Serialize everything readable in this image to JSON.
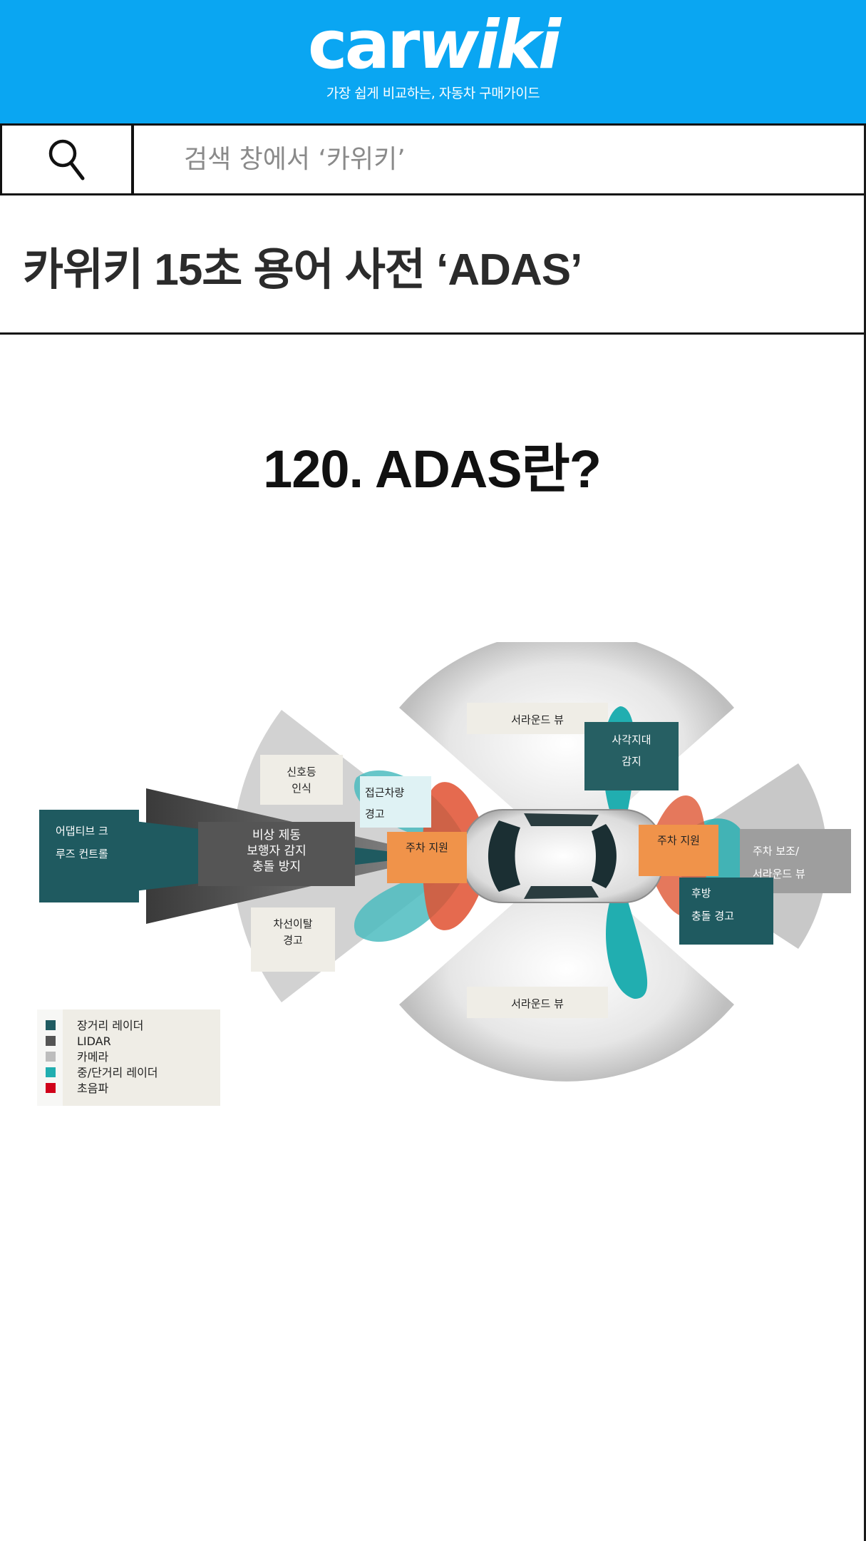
{
  "header": {
    "logo": {
      "part1": "car",
      "part2": "wiki"
    },
    "tagline": "가장 쉽게 비교하는, 자동차 구매가이드"
  },
  "search": {
    "placeholder": "검색 창에서 ‘카위키’"
  },
  "article": {
    "title": "카위키 15초 용어 사전 ‘ADAS’"
  },
  "figure": {
    "title": "120. ADAS란?",
    "labels": {
      "acc_line1": "어댑티브 크",
      "acc_line2": "루즈 컨트롤",
      "aeb_line1": "비상 제동",
      "aeb_line2": "보행자 감지",
      "aeb_line3": "충돌 방지",
      "sign_line1": "신호등",
      "sign_line2": "인식",
      "approach_line1": "접근차량",
      "approach_line2": "경고",
      "park_front": "주차 지원",
      "park_rear": "주차 지원",
      "surround_top": "서라운드 뷰",
      "surround_bottom": "서라운드 뷰",
      "blind_line1": "사각지대",
      "blind_line2": "감지",
      "rear_view_line1": "주차 보조/",
      "rear_view_line2": "서라운드 뷰",
      "rear_coll_line1": "후방",
      "rear_coll_line2": "충돌 경고",
      "lane_line1": "차선이탈",
      "lane_line2": "경고"
    },
    "legend": [
      {
        "label": "장거리 레이더",
        "color": "#1f5a60"
      },
      {
        "label": "LIDAR",
        "color": "#555555"
      },
      {
        "label": "카메라",
        "color": "#bdbdbd"
      },
      {
        "label": "중/단거리 레이더",
        "color": "#21aeb0"
      },
      {
        "label": "초음파",
        "color": "#d0021b"
      }
    ]
  }
}
